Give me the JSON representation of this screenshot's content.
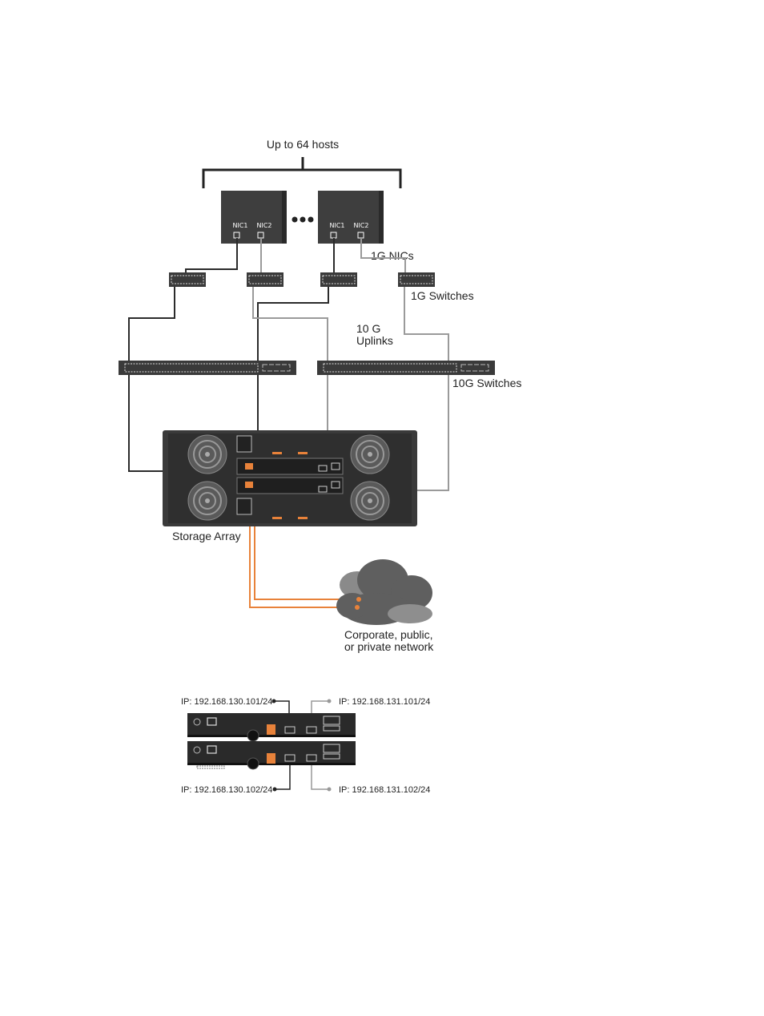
{
  "labels": {
    "hosts_caption": "Up to 64 hosts",
    "nics_caption": "1G NICs",
    "switches_1g_caption": "1G Switches",
    "uplinks_line1": "10 G",
    "uplinks_line2": "Uplinks",
    "switches_10g_caption": "10G Switches",
    "storage_caption": "Storage Array",
    "network_line1": "Corporate, public,",
    "network_line2": "or private network"
  },
  "hosts": [
    {
      "nic1": "NIC1",
      "nic2": "NIC2"
    },
    {
      "nic1": "NIC1",
      "nic2": "NIC2"
    }
  ],
  "ip_addresses": {
    "ctrl0_port0": "IP: 192.168.130.101/24",
    "ctrl0_port1": "IP: 192.168.131.101/24",
    "ctrl1_port0": "IP: 192.168.130.102/24",
    "ctrl1_port1": "IP: 192.168.131.102/24"
  },
  "colors": {
    "device_dark": "#3a3a3a",
    "cable_dark": "#2b2b2b",
    "cable_light": "#9a9a9a",
    "cable_orange": "#e8823a",
    "cloud": "#5f5f5f"
  }
}
